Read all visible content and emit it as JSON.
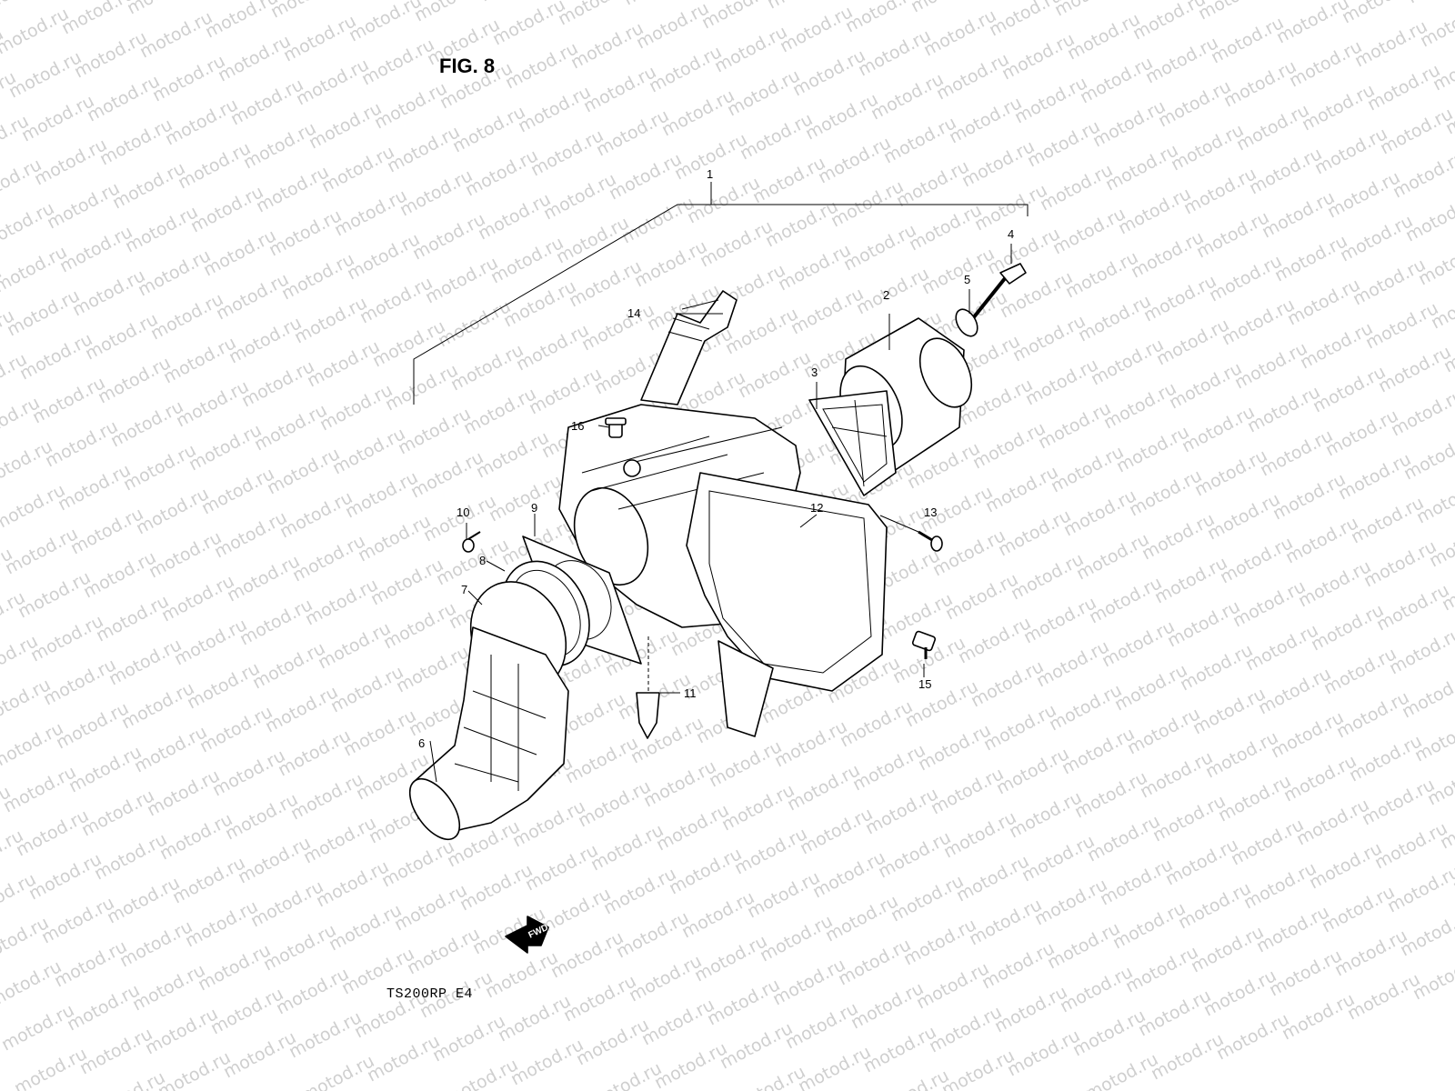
{
  "figure": {
    "title": "FIG. 8",
    "model_code": "TS200RP  E4",
    "watermark_text": "motod.ru",
    "fwd_label": "FWD"
  },
  "callouts": [
    {
      "id": "c1",
      "label": "1"
    },
    {
      "id": "c2",
      "label": "2"
    },
    {
      "id": "c3",
      "label": "3"
    },
    {
      "id": "c4",
      "label": "4"
    },
    {
      "id": "c5",
      "label": "5"
    },
    {
      "id": "c6",
      "label": "6"
    },
    {
      "id": "c7",
      "label": "7"
    },
    {
      "id": "c8",
      "label": "8"
    },
    {
      "id": "c9",
      "label": "9"
    },
    {
      "id": "c10",
      "label": "10"
    },
    {
      "id": "c11",
      "label": "11"
    },
    {
      "id": "c12",
      "label": "12"
    },
    {
      "id": "c13",
      "label": "13"
    },
    {
      "id": "c14",
      "label": "14"
    },
    {
      "id": "c15",
      "label": "15"
    },
    {
      "id": "c16",
      "label": "16"
    }
  ],
  "colors": {
    "line": "#000000",
    "watermark": "#cfcfcf",
    "background": "#ffffff"
  }
}
